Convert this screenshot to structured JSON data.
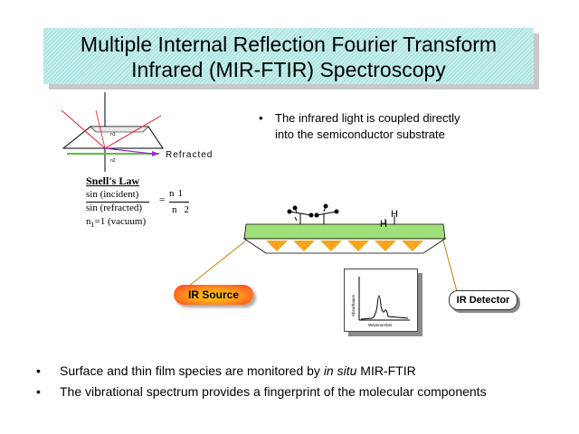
{
  "title": {
    "line1": "Multiple Internal Reflection Fourier Transform",
    "line2": "Infrared (MIR-FTIR) Spectroscopy"
  },
  "intro_bullet": {
    "marker": "•",
    "line1": "The infrared light is coupled directly",
    "line2": "into the semiconductor substrate"
  },
  "snell": {
    "title": "Snell's Law",
    "numerator": "sin (incident)",
    "denominator": "sin (refracted)",
    "equals": "=",
    "n1": "n",
    "n1_sub": "1",
    "n2": "n",
    "n2_sub": "2",
    "vacuum_prefix": "n",
    "vacuum_sub": "1",
    "vacuum_suffix": "=1 (vacuum)"
  },
  "refraction_diagram": {
    "refracted_label": "Refracted",
    "n1_label": "n1",
    "n2_label": "n2"
  },
  "mir_diagram": {
    "h_label_1": "H",
    "h_label_2": "H",
    "ir_source_label": "IR Source",
    "ir_detector_label": "IR Detector",
    "spectrum_y_label": "Absorbance",
    "spectrum_x_label": "Wavenumber",
    "colors": {
      "crystal_top": "#7ed85a",
      "crystal_fill": "#c8f0a8",
      "reflection_triangles": "#f7a51d",
      "beam": "#c08000"
    }
  },
  "bottom_bullets": [
    {
      "marker": "•",
      "before": "Surface and thin film species are monitored by ",
      "italic": "in situ",
      "after": " MIR-FTIR"
    },
    {
      "marker": "•",
      "before": "The vibrational spectrum provides a fingerprint of the molecular components",
      "italic": "",
      "after": ""
    }
  ]
}
